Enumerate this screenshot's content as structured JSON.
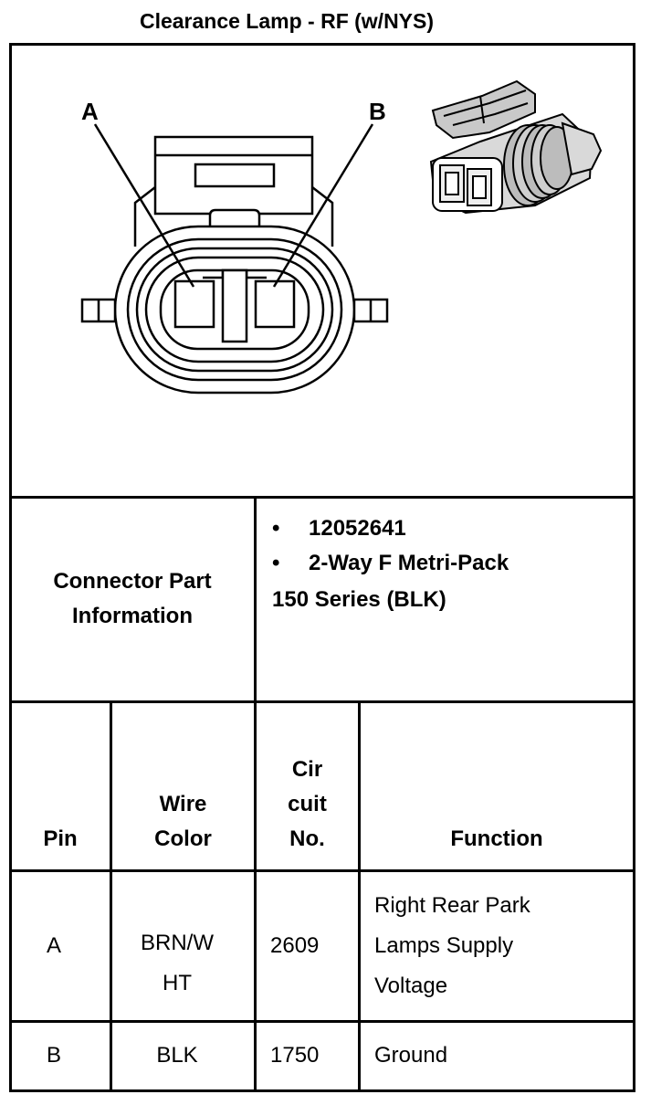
{
  "title": "Clearance Lamp - RF (w/NYS)",
  "diagram": {
    "pin_a_label": "A",
    "pin_b_label": "B"
  },
  "connector_info": {
    "label_line1": "Connector Part",
    "label_line2": "Information",
    "bullet_symbol": "•",
    "part_number": "12052641",
    "description_line1": "2-Way F Metri-Pack",
    "description_line2": "150 Series (BLK)"
  },
  "pin_table": {
    "headers": {
      "pin": "Pin",
      "wire_line1": "Wire",
      "wire_line2": "Color",
      "circuit_line1": "Cir",
      "circuit_line2": "cuit",
      "circuit_line3": "No.",
      "function": "Function"
    },
    "rows": [
      {
        "pin": "A",
        "wire_line1": "BRN/W",
        "wire_line2": "HT",
        "circuit": "2609",
        "function_line1": "Right Rear Park",
        "function_line2": "Lamps Supply",
        "function_line3": "Voltage"
      },
      {
        "pin": "B",
        "wire": "BLK",
        "circuit": "1750",
        "function": "Ground"
      }
    ]
  }
}
